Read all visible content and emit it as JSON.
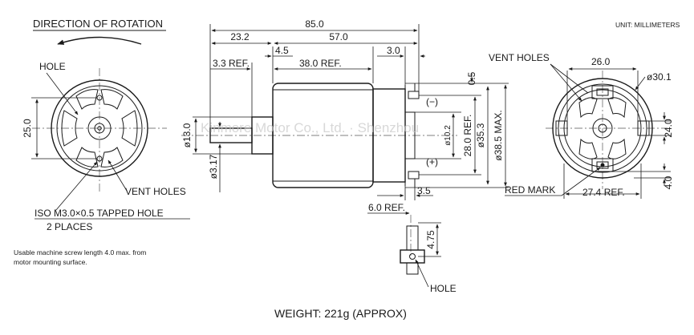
{
  "direction_label": "DIRECTION OF ROTATION",
  "units_label": "UNIT: MILLIMETERS",
  "weight_label": "WEIGHT: 221g (APPROX)",
  "mounting_note": [
    "Usable machine screw length 4.0 max. from",
    "motor mounting surface."
  ],
  "front_view": {
    "hole": "HOLE",
    "dim_25": "25.0",
    "vent_holes": "VENT HOLES",
    "tapped_hole": "ISO M3.0×0.5 TAPPED HOLE",
    "places": "2 PLACES"
  },
  "side_view": {
    "d85": "85.0",
    "d23_2": "23.2",
    "d57": "57.0",
    "d4_5": "4.5",
    "d3_0": "3.0",
    "d3_3": "3.3 REF.",
    "d38": "38.0 REF.",
    "d0_5": "0.5",
    "minus": "(−)",
    "plus": "(+)",
    "d13": "ø13.0",
    "d3_17": "ø3.17",
    "d10_2": "ø10.2",
    "d28": "28.0 REF.",
    "d35_3": "ø35.3",
    "d38_5": "ø38.5 MAX.",
    "d3_5": "3.5",
    "d6_0": "6.0 REF."
  },
  "terminal_view": {
    "d4_75": "4.75",
    "hole": "HOLE"
  },
  "rear_view": {
    "vent_holes": "VENT HOLES",
    "d26": "26.0",
    "d30_1": "ø30.1",
    "d24": "24.0",
    "red_mark": "RED MARK",
    "d27_4": "27.4 REF.",
    "d4_0": "4.0"
  },
  "watermark": "Kinmore Motor Co., Ltd. · Shenzhou"
}
